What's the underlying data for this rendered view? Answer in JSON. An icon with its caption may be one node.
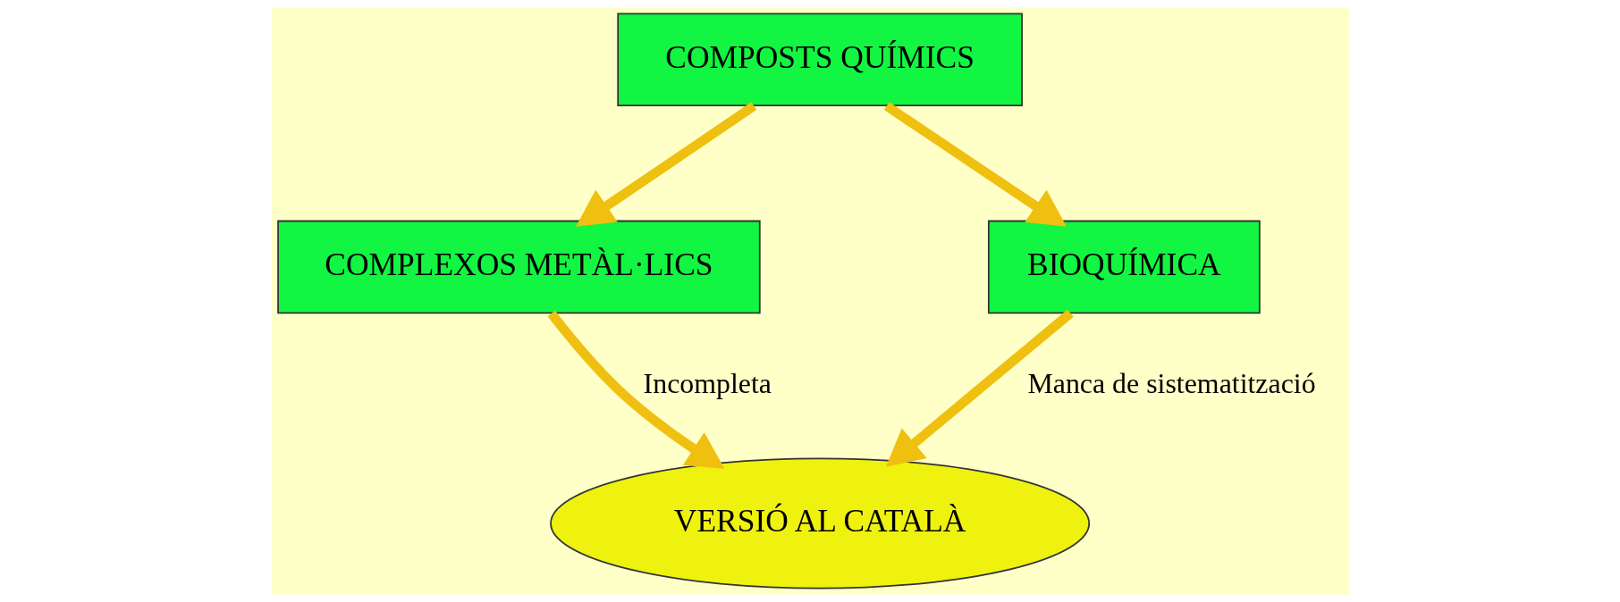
{
  "diagram": {
    "nodes": [
      {
        "text": [
          "COMPOSTS QUÍMICS"
        ]
      },
      {
        "text": [
          "COMPLEXOS METÀL·LICS"
        ]
      },
      {
        "text": [
          "BIOQUÍMICA"
        ]
      },
      {
        "text": [
          "VERSIÓ AL CATALÀ"
        ]
      }
    ],
    "edges": [
      {
        "from": 0,
        "to": 1,
        "arrow": "to"
      },
      {
        "from": 0,
        "to": 2,
        "arrow": "to"
      },
      {
        "from": 1,
        "to": 3,
        "arrow": "to",
        "label": "Incompleta"
      },
      {
        "from": 2,
        "to": 3,
        "arrow": "to",
        "label": "Manca de sistematització"
      }
    ]
  }
}
